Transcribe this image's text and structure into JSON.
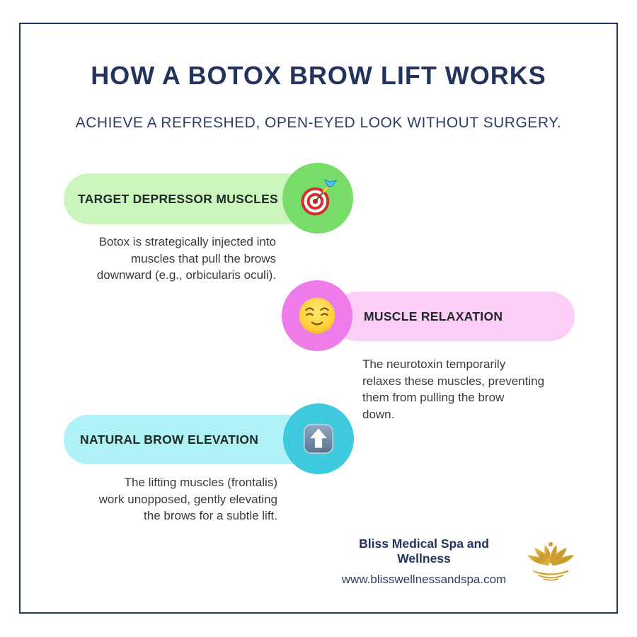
{
  "page": {
    "title": "HOW A BOTOX BROW LIFT WORKS",
    "subtitle": "ACHIEVE A REFRESHED, OPEN-EYED LOOK WITHOUT SURGERY."
  },
  "colors": {
    "frame_navy": "#26355c",
    "title_navy": "#24335b",
    "step1_pill": "#ccf4bd",
    "step1_circle": "#78dc68",
    "step2_pill": "#fbcdf7",
    "step2_circle": "#ee7ce8",
    "step3_pill": "#aef1f6",
    "step3_circle": "#3fc9df",
    "gold": "#d1a229"
  },
  "steps": [
    {
      "label": "TARGET DEPRESSOR MUSCLES",
      "icon": "target-dart-icon",
      "description": "Botox is strategically injected into\nmuscles that pull the brows\ndownward (e.g., orbicularis oculi)."
    },
    {
      "label": "MUSCLE RELAXATION",
      "icon": "relieved-face-icon",
      "description": "The neurotoxin temporarily\nrelaxes these muscles, preventing\nthem from pulling the brow\ndown."
    },
    {
      "label": "NATURAL BROW ELEVATION",
      "icon": "up-arrow-icon",
      "description": "The lifting muscles (frontalis)\nwork unopposed, gently elevating\nthe brows for a subtle lift."
    }
  ],
  "footer": {
    "brand": "Bliss Medical Spa and Wellness",
    "website": "www.blisswellnessandspa.com"
  }
}
